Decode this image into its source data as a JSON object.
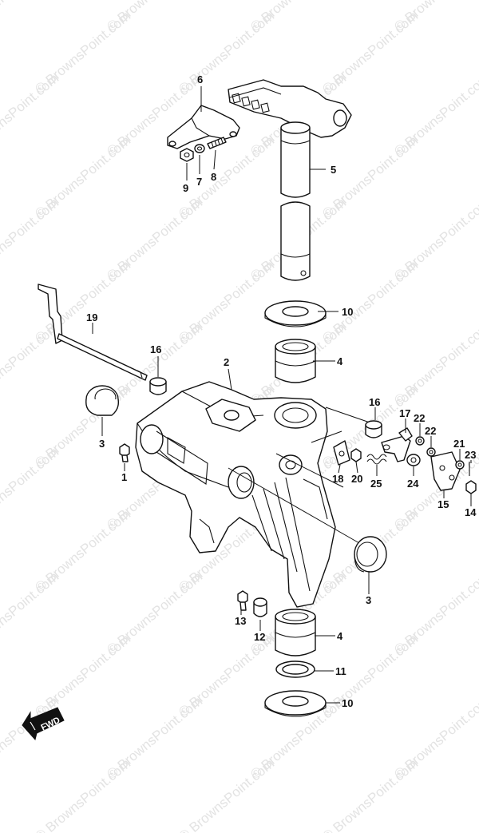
{
  "watermark": "© BrownsPoint.com",
  "fwd_label": "FWD",
  "callouts": [
    {
      "id": "c6",
      "label": "6"
    },
    {
      "id": "c9",
      "label": "9"
    },
    {
      "id": "c7",
      "label": "7"
    },
    {
      "id": "c8",
      "label": "8"
    },
    {
      "id": "c5",
      "label": "5"
    },
    {
      "id": "c10a",
      "label": "10"
    },
    {
      "id": "c19",
      "label": "19"
    },
    {
      "id": "c16a",
      "label": "16"
    },
    {
      "id": "c4a",
      "label": "4"
    },
    {
      "id": "c2",
      "label": "2"
    },
    {
      "id": "c3a",
      "label": "3"
    },
    {
      "id": "c1",
      "label": "1"
    },
    {
      "id": "c16b",
      "label": "16"
    },
    {
      "id": "c17",
      "label": "17"
    },
    {
      "id": "c22a",
      "label": "22"
    },
    {
      "id": "c22b",
      "label": "22"
    },
    {
      "id": "c21",
      "label": "21"
    },
    {
      "id": "c23",
      "label": "23"
    },
    {
      "id": "c18",
      "label": "18"
    },
    {
      "id": "c20",
      "label": "20"
    },
    {
      "id": "c25",
      "label": "25"
    },
    {
      "id": "c24",
      "label": "24"
    },
    {
      "id": "c15",
      "label": "15"
    },
    {
      "id": "c14",
      "label": "14"
    },
    {
      "id": "c3b",
      "label": "3"
    },
    {
      "id": "c13",
      "label": "13"
    },
    {
      "id": "c12",
      "label": "12"
    },
    {
      "id": "c4b",
      "label": "4"
    },
    {
      "id": "c11",
      "label": "11"
    },
    {
      "id": "c10b",
      "label": "10"
    }
  ]
}
